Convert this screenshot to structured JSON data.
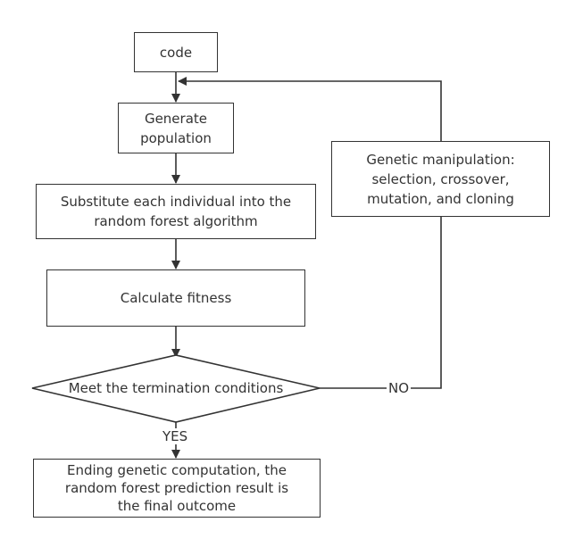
{
  "nodes": {
    "code": "code",
    "generate": "Generate\npopulation",
    "substitute": "Substitute each individual into the\nrandom forest algorithm",
    "fitness": "Calculate fitness",
    "condition": "Meet the termination conditions",
    "genetic": "Genetic manipulation:\nselection, crossover,\nmutation, and cloning",
    "ending": "Ending genetic computation, the\nrandom forest prediction result is\nthe final outcome"
  },
  "edges": {
    "yes_label": "YES",
    "no_label": "NO"
  },
  "colors": {
    "stroke": "#333333",
    "background": "#ffffff"
  }
}
